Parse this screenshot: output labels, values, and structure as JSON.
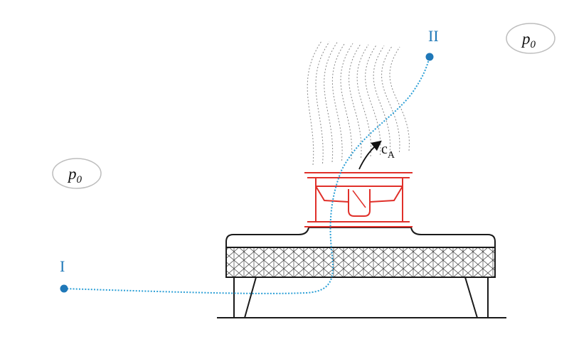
{
  "labels": {
    "point_1": "I",
    "point_2": "II",
    "pressure_left_main": "p",
    "pressure_left_sub": "0",
    "pressure_right_main": "p",
    "pressure_right_sub": "0",
    "velocity_main": "c",
    "velocity_sub": "A"
  },
  "colors": {
    "streamline": "#2b9fd6",
    "point": "#1f78b8",
    "label_blue": "#1f78b8",
    "fan": "#e0302a",
    "structure": "#1a1a1a",
    "jet": "#8a8a8a",
    "bubble": "#bdbdbd"
  }
}
